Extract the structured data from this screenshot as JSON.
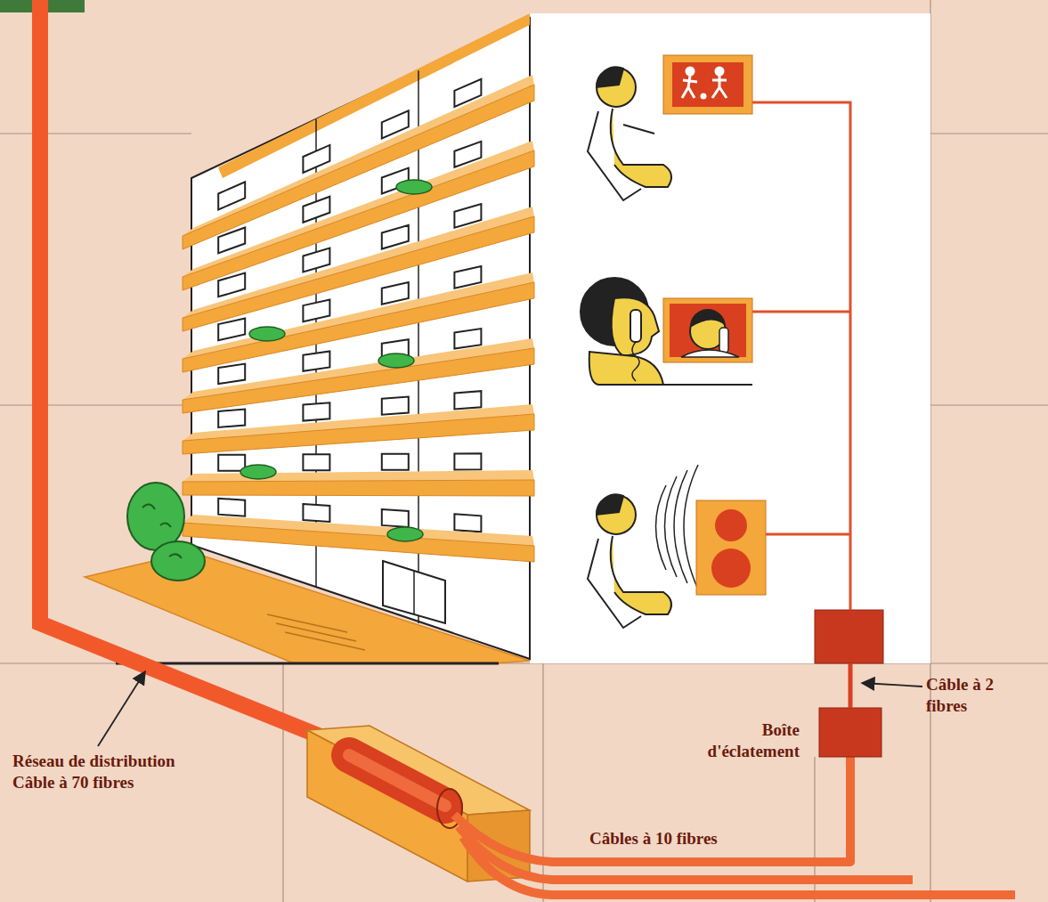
{
  "diagram": {
    "labels": [
      "Réseau de distribution Câble à 70 fibres",
      "Boîte d'éclatement",
      "Câble à 2 fibres",
      "Câbles à 10 fibres"
    ]
  }
}
